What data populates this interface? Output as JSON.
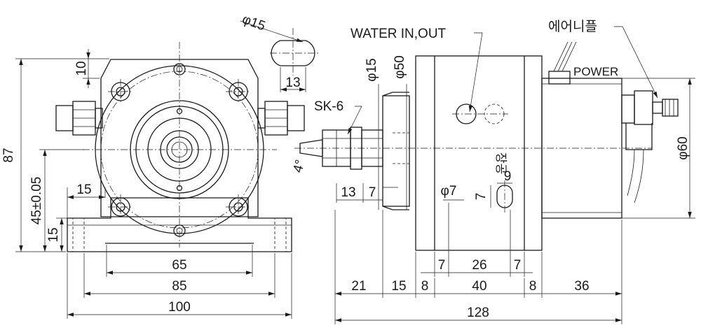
{
  "front_view": {
    "height_total": "87",
    "top_step": "10",
    "center_height": "45±0.05",
    "base_thickness": "15",
    "foot_width": "15",
    "hole_spacing": "65",
    "base_mid": "85",
    "base_total": "100",
    "tilt_angle": "4°"
  },
  "shaft_detail": {
    "diameter": "φ15",
    "flat": "13"
  },
  "side_view": {
    "labels": {
      "water": "WATER IN,OUT",
      "nipple": "에어니플",
      "power": "POWER",
      "chuck": "SK-6",
      "slot": "장공"
    },
    "diameters": {
      "shaft": "φ15",
      "flange": "φ50",
      "housing": "φ60",
      "hole": "φ7"
    },
    "small_dims": {
      "nose_len": "13",
      "nose_step": "7",
      "slot_width": "9",
      "slot_height": "7"
    },
    "hole_row": [
      "7",
      "26",
      "7"
    ],
    "length_row": [
      "21",
      "15",
      "8",
      "40",
      "8",
      "36"
    ],
    "overall_length": "128"
  }
}
